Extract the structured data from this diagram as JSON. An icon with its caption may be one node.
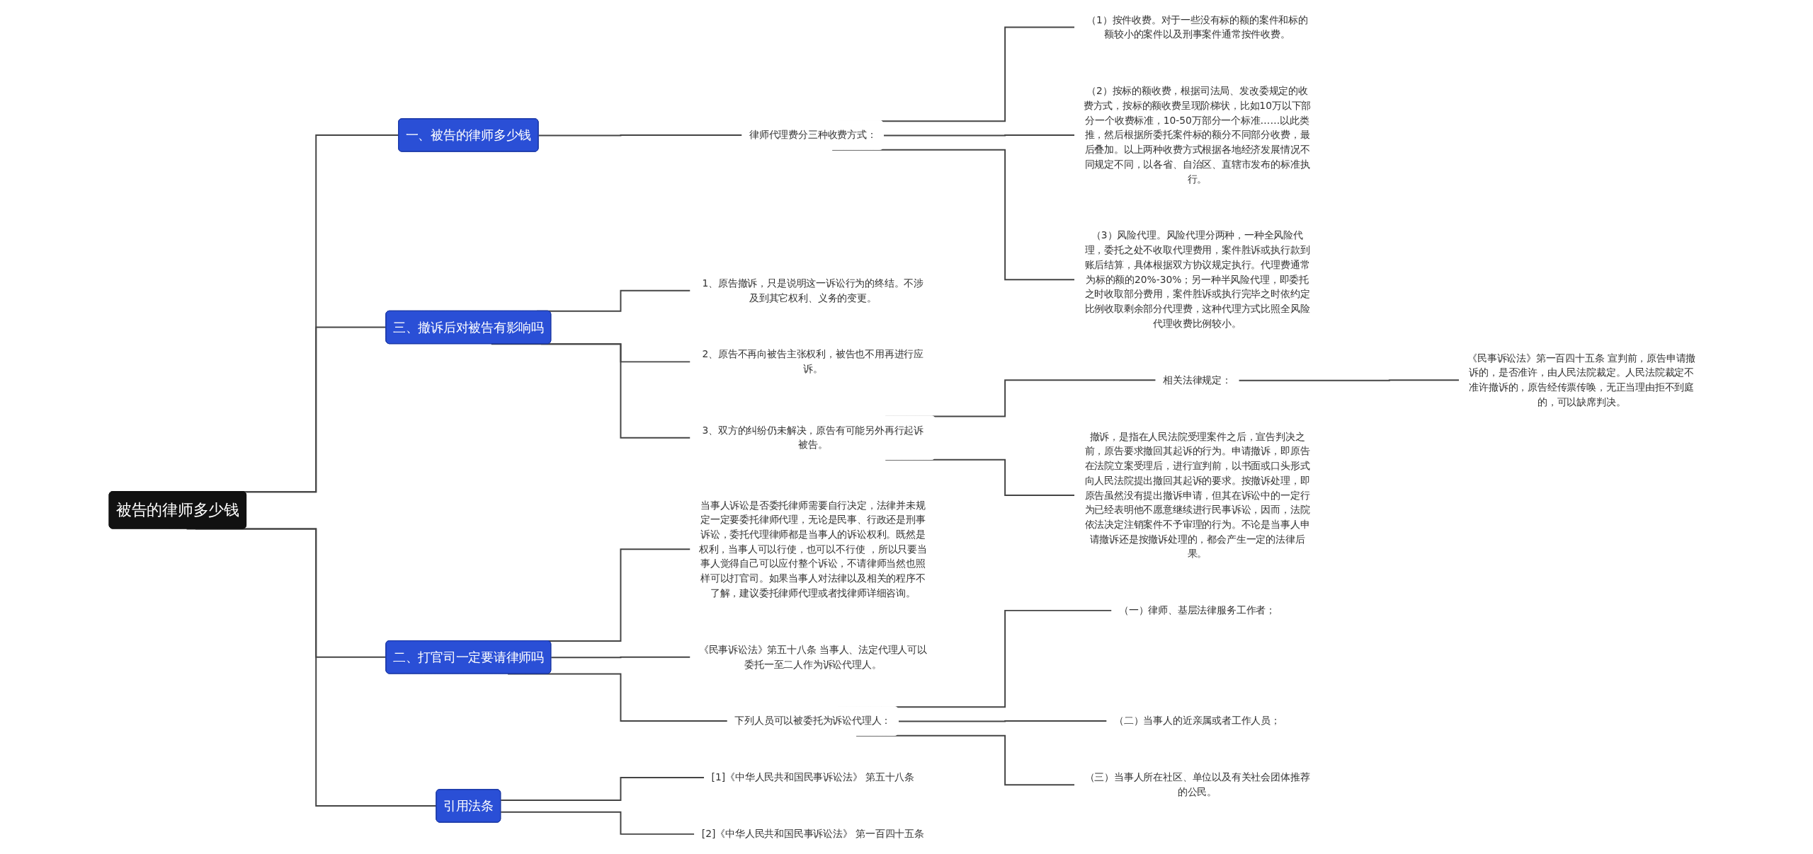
{
  "diagram": {
    "nodes": [
      {
        "text": [
          "被告的律师多少钱"
        ]
      },
      {
        "text": [
          "一、被告的律师多少钱"
        ]
      },
      {
        "text": [
          "律师代理费分三种收费方式："
        ]
      },
      {
        "text": [
          "（1）按件收费。对于一些没有标的额的案件和标的额较小的案件以及刑事案件通常按件收费。"
        ]
      },
      {
        "text": [
          "（2）按标的额收费，根据司法局、发改委规定的收费方式，按标的额收费呈现阶梯状，比如10万以下部分一个收费标准，10-50万部分一个标准……以此类推，然后根据所委托案件标的额分不同部分收费，最后叠加。以上两种收费方式根据各地经济发展情况不同规定不同，以各省、自治区、直辖市发布的标准执行。"
        ]
      },
      {
        "text": [
          "（3）风险代理。风险代理分两种，一种全风险代理，委托之处不收取代理费用，案件胜诉或执行款到账后结算，具体根据双方协议规定执行。代理费通常为标的额的20%-30%；另一种半风险代理，即委托之时收取部分费用，案件胜诉或执行完毕之时依约定比例收取剩余部分代理费，这种代理方式比照全风险代理收费比例较小。"
        ]
      },
      {
        "text": [
          "三、撤诉后对被告有影响吗"
        ]
      },
      {
        "text": [
          "1、原告撤诉，只是说明这一诉讼行为的终结。不涉及到其它权利、义务的变更。"
        ]
      },
      {
        "text": [
          "2、原告不再向被告主张权利，被告也不用再进行应诉。"
        ]
      },
      {
        "text": [
          "3、双方的纠纷仍未解决，原告有可能另外再行起诉被告。"
        ]
      },
      {
        "text": [
          "相关法律规定："
        ]
      },
      {
        "text": [
          "《民事诉讼法》第一百四十五条 宣判前，原告申请撤诉的，是否准许，由人民法院裁定。人民法院裁定不准许撤诉的，原告经传票传唤，无正当理由拒不到庭的，可以缺席判决。"
        ]
      },
      {
        "text": [
          "撤诉，是指在人民法院受理案件之后，宣告判决之前，原告要求撤回其起诉的行为。申请撤诉，即原告在法院立案受理后，进行宣判前，以书面或口头形式向人民法院提出撤回其起诉的要求。按撤诉处理，即原告虽然没有提出撤诉申请，但其在诉讼中的一定行为已经表明他不愿意继续进行民事诉讼，因而，法院依法决定注销案件不予审理的行为。不论是当事人申请撤诉还是按撤诉处理的，都会产生一定的法律后果。"
        ]
      },
      {
        "text": [
          "二、打官司一定要请律师吗"
        ]
      },
      {
        "text": [
          "当事人诉讼是否委托律师需要自行决定，法律并未规定一定要委托律师代理，无论是民事、行政还是刑事诉讼，委托代理律师都是当事人的诉讼权利。既然是权利，当事人可以行使，也可以不行使 ，所以只要当事人觉得自己可以应付整个诉讼，不请律师当然也照样可以打官司。如果当事人对法律以及相关的程序不了解，建议委托律师代理或者找律师详细咨询。"
        ]
      },
      {
        "text": [
          "《民事诉讼法》第五十八条 当事人、法定代理人可以委托一至二人作为诉讼代理人。"
        ]
      },
      {
        "text": [
          "下列人员可以被委托为诉讼代理人："
        ]
      },
      {
        "text": [
          "（一）律师、基层法律服务工作者；"
        ]
      },
      {
        "text": [
          "（二）当事人的近亲属或者工作人员；"
        ]
      },
      {
        "text": [
          "（三）当事人所在社区、单位以及有关社会团体推荐的公民。"
        ]
      },
      {
        "text": [
          "引用法条"
        ]
      },
      {
        "text": [
          "[1]《中华人民共和国民事诉讼法》 第五十八条"
        ]
      },
      {
        "text": [
          "[2]《中华人民共和国民事诉讼法》 第一百四十五条"
        ]
      }
    ],
    "edges": [
      {
        "from": 0,
        "to": 1,
        "arrow": "none"
      },
      {
        "from": 1,
        "to": 2,
        "arrow": "none"
      },
      {
        "from": 2,
        "to": 3,
        "arrow": "none"
      },
      {
        "from": 2,
        "to": 4,
        "arrow": "none"
      },
      {
        "from": 2,
        "to": 5,
        "arrow": "none"
      },
      {
        "from": 0,
        "to": 6,
        "arrow": "none"
      },
      {
        "from": 6,
        "to": 7,
        "arrow": "none"
      },
      {
        "from": 6,
        "to": 8,
        "arrow": "none"
      },
      {
        "from": 6,
        "to": 9,
        "arrow": "none"
      },
      {
        "from": 9,
        "to": 10,
        "arrow": "none"
      },
      {
        "from": 10,
        "to": 11,
        "arrow": "none"
      },
      {
        "from": 9,
        "to": 12,
        "arrow": "none"
      },
      {
        "from": 0,
        "to": 13,
        "arrow": "none"
      },
      {
        "from": 13,
        "to": 14,
        "arrow": "none"
      },
      {
        "from": 13,
        "to": 15,
        "arrow": "none"
      },
      {
        "from": 13,
        "to": 16,
        "arrow": "none"
      },
      {
        "from": 16,
        "to": 17,
        "arrow": "none"
      },
      {
        "from": 16,
        "to": 18,
        "arrow": "none"
      },
      {
        "from": 16,
        "to": 19,
        "arrow": "none"
      },
      {
        "from": 0,
        "to": 20,
        "arrow": "none"
      },
      {
        "from": 20,
        "to": 21,
        "arrow": "none"
      },
      {
        "from": 20,
        "to": 22,
        "arrow": "none"
      }
    ]
  }
}
